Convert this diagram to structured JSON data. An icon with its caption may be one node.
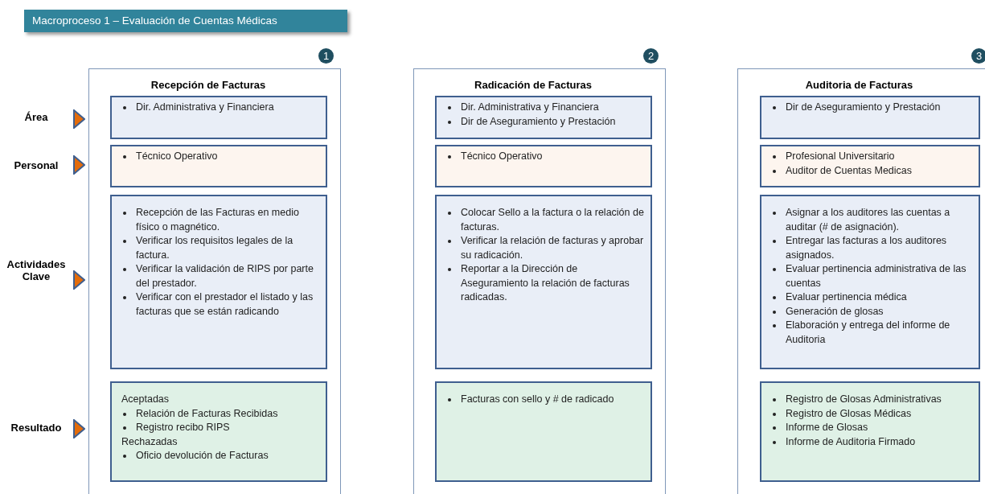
{
  "diagram": {
    "title": "Macroproceso 1 – Evaluación de Cuentas Médicas",
    "nodes": [
      {
        "text": [
          "Recepción de Facturas"
        ],
        "beside": [
          "1"
        ]
      },
      {
        "text": [
          "Dir. Administrativa y Financiera"
        ],
        "in": 0
      },
      {
        "text": [
          "Técnico Operativo"
        ],
        "in": 0
      },
      {
        "text": [
          "Recepción de las Facturas en medio físico o magnético.",
          "Verificar los requisitos legales de la factura.",
          "Verificar la validación de RIPS por parte del prestador.",
          "Verificar con el prestador el listado y las facturas que se están radicando"
        ],
        "in": 0
      },
      {
        "text": [
          "Aceptadas",
          "Relación de Facturas Recibidas",
          "Registro recibo RIPS",
          "Rechazadas",
          "Oficio devolución de Facturas"
        ],
        "in": 0
      },
      {
        "text": [
          "Radicación de Facturas"
        ],
        "beside": [
          "2"
        ]
      },
      {
        "text": [
          "Dir. Administrativa y Financiera",
          "Dir de Aseguramiento y Prestación"
        ],
        "in": 5
      },
      {
        "text": [
          "Técnico Operativo"
        ],
        "in": 5
      },
      {
        "text": [
          "Colocar Sello a la factura o la relación de facturas.",
          "Verificar la relación de facturas y aprobar su radicación.",
          "Reportar a la Dirección de Aseguramiento la relación de facturas radicadas."
        ],
        "in": 5
      },
      {
        "text": [
          "Facturas con sello y # de radicado"
        ],
        "in": 5
      },
      {
        "text": [
          "Auditoria de Facturas"
        ],
        "beside": [
          "3"
        ]
      },
      {
        "text": [
          "Dir de Aseguramiento y Prestación"
        ],
        "in": 10
      },
      {
        "text": [
          "Profesional Universitario",
          "Auditor de Cuentas Medicas"
        ],
        "in": 10
      },
      {
        "text": [
          "Asignar a los auditores las cuentas a auditar (# de asignación).",
          "Entregar las facturas a los auditores asignados.",
          "Evaluar pertinencia administrativa de las cuentas",
          "Evaluar pertinencia médica",
          "Generación de glosas",
          "Elaboración y entrega del informe de Auditoria"
        ],
        "in": 10
      },
      {
        "text": [
          "Registro de Glosas Administrativas",
          "Registro de Glosas Médicas",
          "Informe de Glosas",
          "Informe de Auditoria Firmado"
        ],
        "in": 10
      }
    ],
    "edges": [],
    "labels": [
      "Área",
      "Personal",
      "Actividades Clave",
      "Resultado"
    ]
  }
}
